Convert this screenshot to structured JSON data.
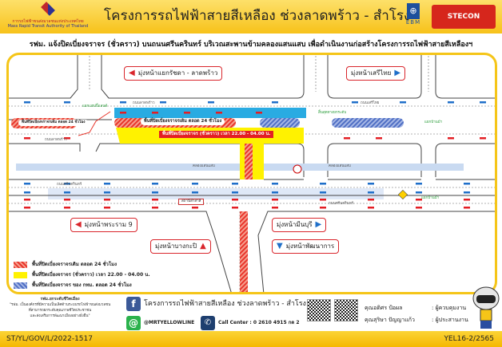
{
  "header": {
    "title": "โครงการรถไฟฟ้าสายสีเหลือง ช่วงลาดพร้าว - สำโรง",
    "mrta_logo": {
      "name_th": "การรถไฟฟ้าขนส่งมวลชนแห่งประเทศไทย",
      "name_en": "Mass Rapid Transit Authority of Thailand"
    },
    "ebm_logo": "EBM",
    "stecon_logo": "STECON"
  },
  "subtitle": "รฟม. แจ้งปิดเบี่ยงจราจร (ชั่วคราว) บนถนนศรีนครินทร์ บริเวณสะพานข้ามคลองแสนแสบ เพื่อดำเนินงานก่อสร้างโครงการรถไฟฟ้าสายสีเหลืองฯ",
  "map": {
    "directions": {
      "ratchada": "มุ่งหน้าแยกรัชดา - ลาดพร้าว",
      "seri_thai": "มุ่งหน้าเสรีไทย",
      "rama9": "มุ่งหน้าพระราม 9",
      "min_buri": "มุ่งหน้ามีนบุรี",
      "bang_kapi": "มุ่งหน้าบางกะปิ",
      "phatthanakan": "มุ่งหน้าพัฒนาการ"
    },
    "zones": {
      "left_closure": "พื้นที่ปิดเบี่ยงจราจรเดิม ตลอด 24 ชั่วโมง",
      "main_closure": "พื้นที่ปิดเบี่ยงจราจรเดิม ตลอด 24 ชั่วโมง",
      "temp_closure": "พื้นที่ปิดเบี่ยงจราจร (ชั่วคราว) เวลา 22.00 - 04.00 น."
    },
    "labels": {
      "road_ladprao": "ถนนลาดพร้าว",
      "road_seri_thai": "ถนนเสรีไทย",
      "road_srinakarin": "ถนนศรีนครินทร์",
      "canal": "คลองแสนแสบ",
      "junction_left": "แยกแฮปปี้แลนด์",
      "junction_mid": "สิ้นสุดทางยกระดับ",
      "junction_right": "แยกบ้านม้า",
      "uturn_right": "แยกบ้านม้า",
      "station": "สถานีลำสาลี"
    }
  },
  "legend": [
    {
      "label": "พื้นที่ปิดเบี่ยงจราจรเดิม ตลอด 24 ชั่วโมง",
      "color": "#e8352b"
    },
    {
      "label": "พื้นที่ปิดเบี่ยงจราจร (ชั่วคราว) เวลา 22.00 - 04.00 น.",
      "color": "#fff200"
    },
    {
      "label": "พื้นที่ปิดเบี่ยงจราจร ของ กทม. ตลอด 24 ชั่วโมง",
      "color": "#4f6fc4"
    }
  ],
  "footer": {
    "motto_title": "รฟม.ยกระดับชีวิตเมือง",
    "motto_lines": [
      "\"รฟม. เป็นองค์กรที่มีความเป็นเลิศด้านระบบรถไฟฟ้าขนส่งมวลชน",
      "ที่สามารถยกระดับคุณภาพชีวิตประชาชน",
      "และส่งเสริมการพัฒนาเมืองอย่างยั่งยืน\""
    ],
    "facebook": "โครงการรถไฟฟ้าสายสีเหลือง ช่วงลาดพร้าว - สำโรง",
    "line": "@MRTYELLOWLINE",
    "call_center": "Call Center : 0 2610 4915 กด 2",
    "contacts": [
      {
        "name": "คุณอดิศร ป้อผล",
        "role": ": ผู้ควบคุมงาน"
      },
      {
        "name": "คุณสุริษา  ปัญญาแก้ว",
        "role": ": ผู้ประสานงาน"
      }
    ],
    "doc_code_left": "ST/YL/GOV/L/2022-1517",
    "doc_code_right": "YEL16-2/2565"
  },
  "colors": {
    "accent": "#f5c518",
    "closure_red": "#e8352b",
    "temp_yellow": "#fff200",
    "bma_blue": "#4f6fc4",
    "lane_blue": "#29abe2"
  }
}
